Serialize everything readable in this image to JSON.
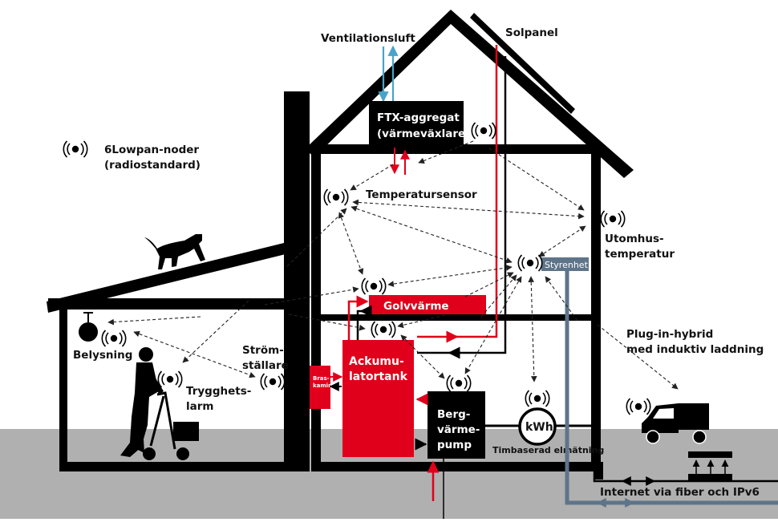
{
  "colors": {
    "red": "#e0001b",
    "black": "#000000",
    "ground": "#b0b0b0",
    "slate": "#5e7489",
    "air": "#4aa3c8"
  },
  "legend": {
    "icon": "radio-node-icon",
    "line1": "6Lowpan-noder",
    "line2": "(radiostandard)"
  },
  "labels": {
    "ventilation": "Ventilationsluft",
    "solar": "Solpanel",
    "ftx_line1": "FTX-aggregat",
    "ftx_line2": "(värmeväxlare)",
    "temp_sensor": "Temperatursensor",
    "outdoor_line1": "Utomhus-",
    "outdoor_line2": "temperatur",
    "control_unit": "Styrenhet",
    "floor_heating": "Golvvärme",
    "lighting": "Belysning",
    "switch_line1": "Ström-",
    "switch_line2": "ställare",
    "alarm_line1": "Trygghets-",
    "alarm_line2": "larm",
    "stove_line1": "Bras-",
    "stove_line2": "kamin",
    "tank_line1": "Ackumu-",
    "tank_line2": "latortank",
    "pump_line1": "Berg-",
    "pump_line2": "värme-",
    "pump_line3": "pump",
    "meter": "kWh",
    "meter_caption": "Timbaserad elmätning",
    "car_line1": "Plug-in-hybrid",
    "car_line2": "med induktiv laddning",
    "internet": "Internet via fiber och IPv6"
  }
}
